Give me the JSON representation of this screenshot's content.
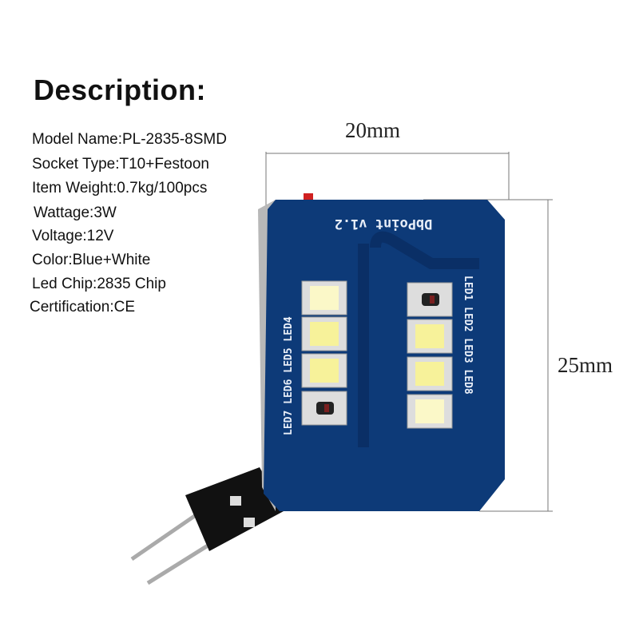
{
  "description": {
    "title": "Description:",
    "specs": [
      "Model Name:PL-2835-8SMD",
      "Socket Type:T10+Festoon",
      "Item Weight:0.7kg/100pcs",
      "Wattage:3W",
      "Voltage:12V",
      "Color:Blue+White",
      "Led Chip:2835 Chip",
      "Certification:CE"
    ]
  },
  "dimensions": {
    "width": "20mm",
    "height": "25mm"
  },
  "board": {
    "label": "DbPoint v1.2",
    "left_leds": "LED7 LED6 LED5 LED4",
    "right_leds": "LED1 LED2 LED3 LED8",
    "color": "#0d3a78"
  }
}
